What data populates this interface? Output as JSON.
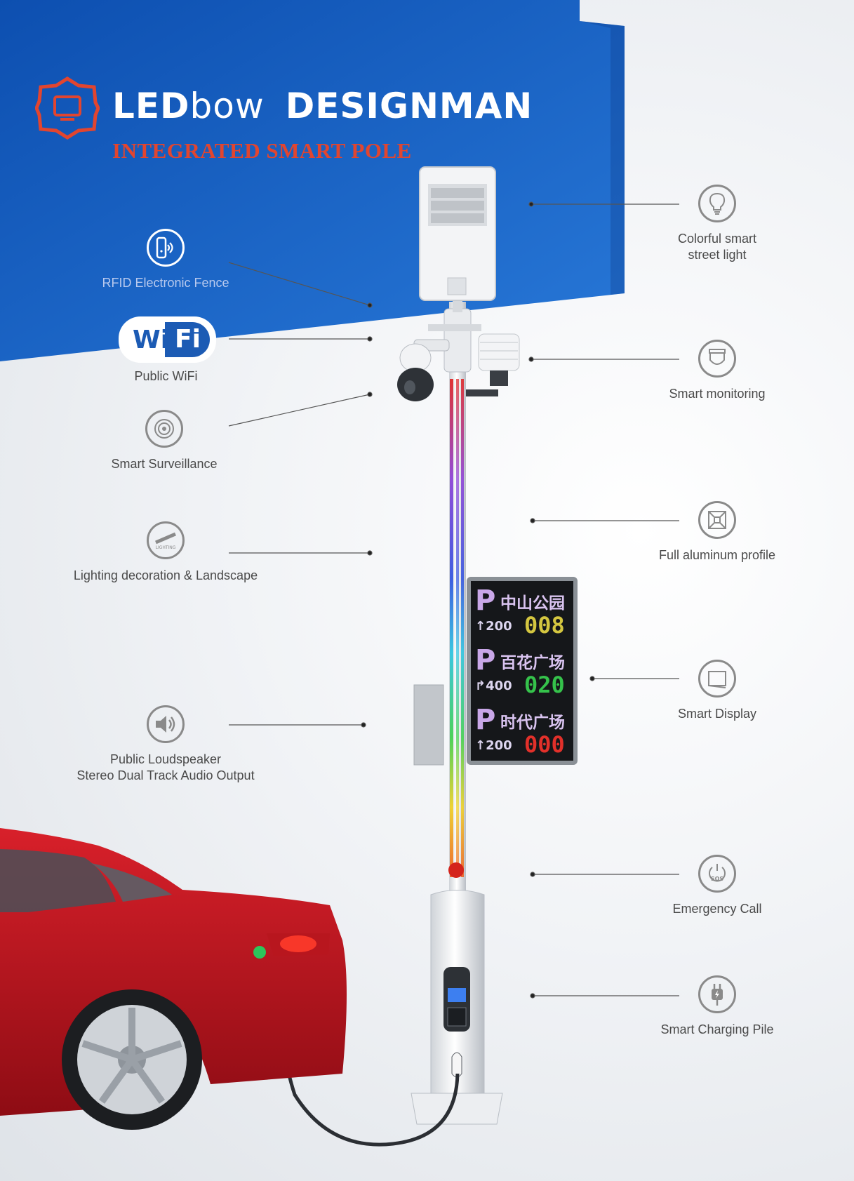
{
  "brand": {
    "name_strong": "LED",
    "name_light": "bow",
    "name_second": "DESIGNMAN",
    "subtitle": "INTEGRATED SMART POLE"
  },
  "colors": {
    "banner_blue": "#1c5bb4",
    "accent_red": "#e2452f",
    "icon_gray": "#8a8a8a",
    "label_gray": "#4a4a4a"
  },
  "features_left": [
    {
      "id": "rfid",
      "icon": "rfid-icon",
      "label": "RFID Electronic Fence"
    },
    {
      "id": "wifi",
      "icon": "wifi-badge",
      "label": "Public WiFi",
      "badge_left": "Wi",
      "badge_right": "Fi"
    },
    {
      "id": "surveillance",
      "icon": "camera-lens-icon",
      "label": "Smart Surveillance"
    },
    {
      "id": "lighting",
      "icon": "lighting-icon",
      "label": "Lighting decoration & Landscape",
      "icon_text": "LIGHTING"
    },
    {
      "id": "loudspeaker",
      "icon": "speaker-icon",
      "label": "Public Loudspeaker\nStereo Dual Track Audio Output"
    }
  ],
  "features_right": [
    {
      "id": "streetlight",
      "icon": "light-bulb-icon",
      "label": "Colorful smart\nstreet light"
    },
    {
      "id": "monitoring",
      "icon": "monitoring-icon",
      "label": "Smart monitoring"
    },
    {
      "id": "aluminum",
      "icon": "aluminum-profile-icon",
      "label": "Full aluminum profile"
    },
    {
      "id": "display",
      "icon": "display-icon",
      "label": "Smart Display"
    },
    {
      "id": "emergency",
      "icon": "sos-icon",
      "label": "Emergency Call",
      "icon_text": "SOS"
    },
    {
      "id": "charging",
      "icon": "charging-plug-icon",
      "label": "Smart Charging Pile"
    }
  ],
  "led_display": {
    "rows": [
      {
        "symbol": "P",
        "name": "中山公园",
        "distance": "↑200",
        "count": "008",
        "count_color": "#d4c640"
      },
      {
        "symbol": "P",
        "name": "百花广场",
        "distance": "↱400",
        "count": "020",
        "count_color": "#35c24b"
      },
      {
        "symbol": "P",
        "name": "时代广场",
        "distance": "↑200",
        "count": "000",
        "count_color": "#e2302a"
      }
    ]
  }
}
